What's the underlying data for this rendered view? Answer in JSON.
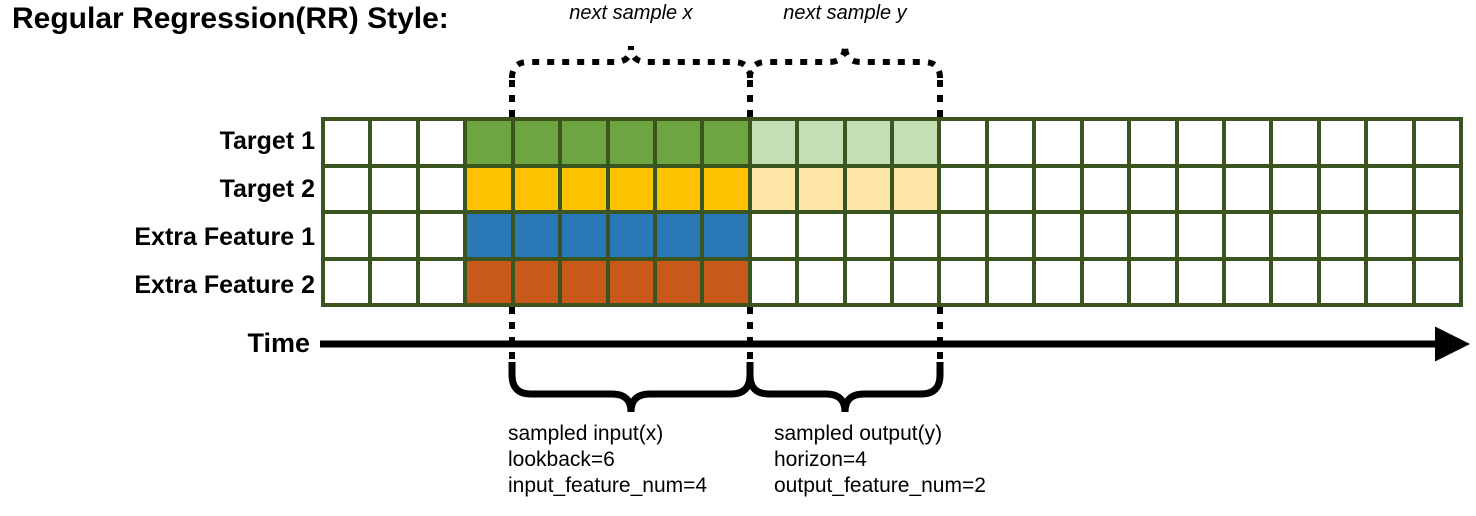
{
  "title": "Regular Regression(RR) Style:",
  "rows": [
    {
      "label": "Target 1",
      "name": "target-1"
    },
    {
      "label": "Target 2",
      "name": "target-2"
    },
    {
      "label": "Extra Feature 1",
      "name": "extra-feature-1"
    },
    {
      "label": "Extra Feature 2",
      "name": "extra-feature-2"
    }
  ],
  "grid": {
    "columns": 24,
    "rows": 4,
    "border_color": "#3a5520",
    "empty_color": "#ffffff",
    "input_start_col": 3,
    "input_end_col": 9,
    "output_start_col": 9,
    "output_end_col": 13,
    "fills": [
      [
        "#ffffff",
        "#ffffff",
        "#ffffff",
        "#6da541",
        "#6da541",
        "#6da541",
        "#6da541",
        "#6da541",
        "#6da541",
        "#c5dfb4",
        "#c5dfb4",
        "#c5dfb4",
        "#c5dfb4",
        "#ffffff",
        "#ffffff",
        "#ffffff",
        "#ffffff",
        "#ffffff",
        "#ffffff",
        "#ffffff",
        "#ffffff",
        "#ffffff",
        "#ffffff",
        "#ffffff"
      ],
      [
        "#ffffff",
        "#ffffff",
        "#ffffff",
        "#fcc200",
        "#fcc200",
        "#fcc200",
        "#fcc200",
        "#fcc200",
        "#fcc200",
        "#fde6a6",
        "#fde6a6",
        "#fde6a6",
        "#fde6a6",
        "#ffffff",
        "#ffffff",
        "#ffffff",
        "#ffffff",
        "#ffffff",
        "#ffffff",
        "#ffffff",
        "#ffffff",
        "#ffffff",
        "#ffffff",
        "#ffffff"
      ],
      [
        "#ffffff",
        "#ffffff",
        "#ffffff",
        "#2b78b8",
        "#2b78b8",
        "#2b78b8",
        "#2b78b8",
        "#2b78b8",
        "#2b78b8",
        "#ffffff",
        "#ffffff",
        "#ffffff",
        "#ffffff",
        "#ffffff",
        "#ffffff",
        "#ffffff",
        "#ffffff",
        "#ffffff",
        "#ffffff",
        "#ffffff",
        "#ffffff",
        "#ffffff",
        "#ffffff",
        "#ffffff"
      ],
      [
        "#ffffff",
        "#ffffff",
        "#ffffff",
        "#c8591a",
        "#c8591a",
        "#c8591a",
        "#c8591a",
        "#c8591a",
        "#c8591a",
        "#ffffff",
        "#ffffff",
        "#ffffff",
        "#ffffff",
        "#ffffff",
        "#ffffff",
        "#ffffff",
        "#ffffff",
        "#ffffff",
        "#ffffff",
        "#ffffff",
        "#ffffff",
        "#ffffff",
        "#ffffff",
        "#ffffff"
      ]
    ]
  },
  "top_braces": [
    {
      "name": "next-sample-x",
      "label": "next sample x"
    },
    {
      "name": "next-sample-y",
      "label": "next sample y"
    }
  ],
  "time_axis": {
    "label": "Time"
  },
  "bottom_braces": [
    {
      "name": "sampled-input",
      "lines": [
        "sampled input(x)",
        "lookback=6",
        "input_feature_num=4"
      ]
    },
    {
      "name": "sampled-output",
      "lines": [
        "sampled output(y)",
        "horizon=4",
        "output_feature_num=2"
      ]
    }
  ]
}
